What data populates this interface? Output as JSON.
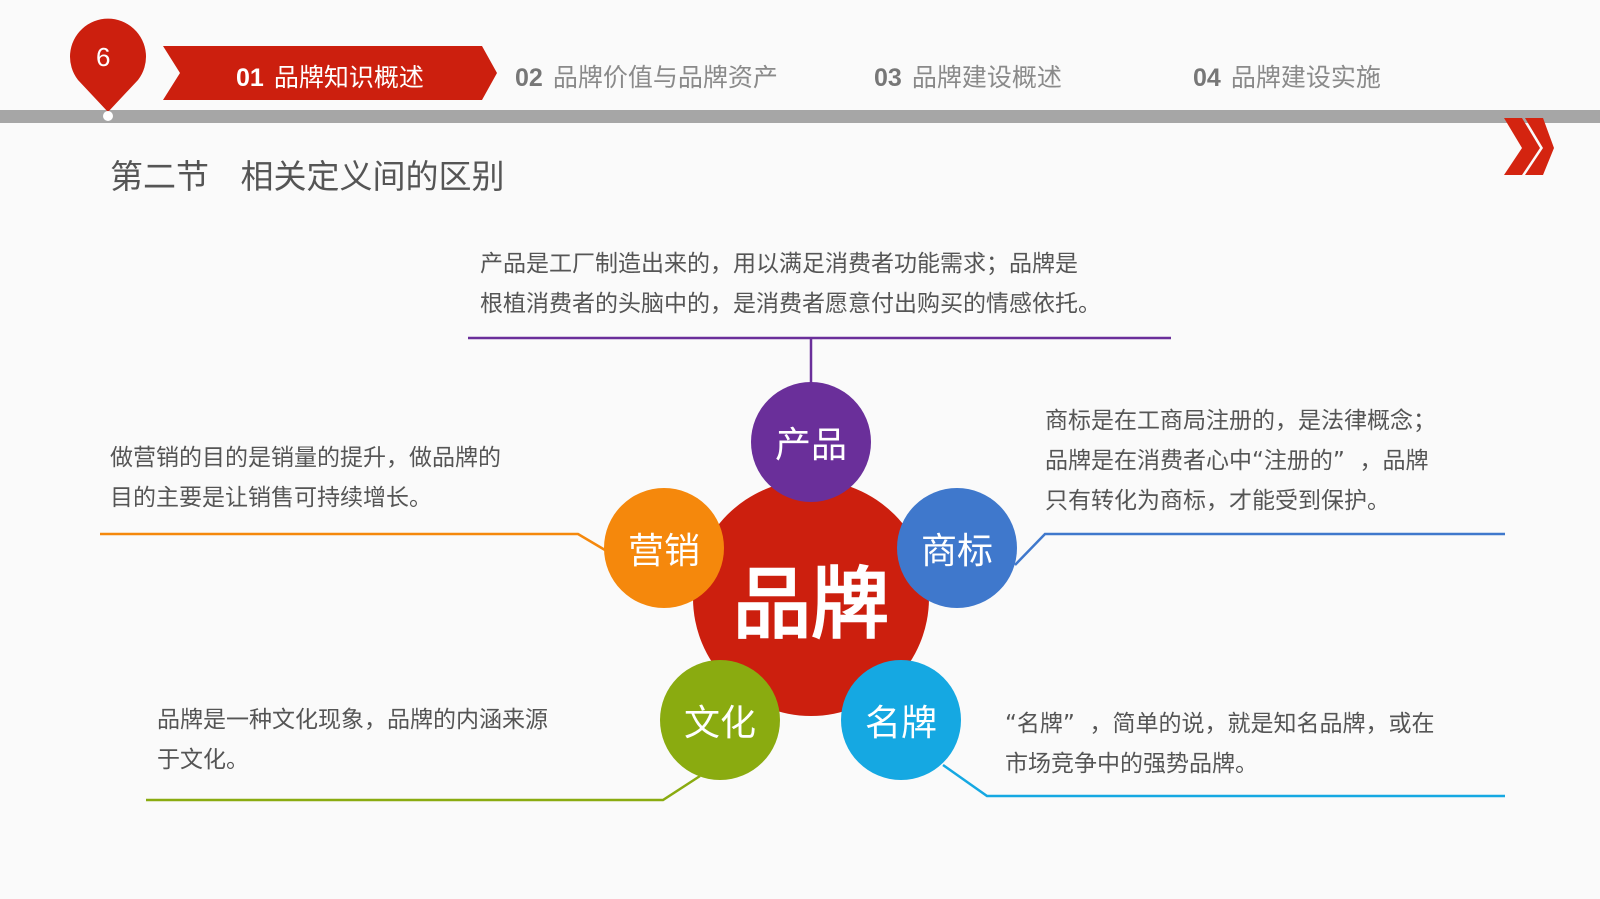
{
  "page_number": "6",
  "nav": [
    {
      "num": "01",
      "label": "品牌知识概述",
      "active": true
    },
    {
      "num": "02",
      "label": "品牌价值与品牌资产"
    },
    {
      "num": "03",
      "label": "品牌建设概述"
    },
    {
      "num": "04",
      "label": "品牌建设实施"
    }
  ],
  "section_title": "第二节   相关定义间的区别",
  "center": "品牌",
  "nodes": {
    "product": "产品",
    "marketing": "营销",
    "trademark": "商标",
    "culture": "文化",
    "famous": "名牌"
  },
  "descriptions": {
    "product": [
      "产品是工厂制造出来的，用以满足消费者功能需求；品牌是",
      "根植消费者的头脑中的，是消费者愿意付出购买的情感依托。"
    ],
    "marketing": [
      "做营销的目的是销量的提升，做品牌的",
      "目的主要是让销售可持续增长。"
    ],
    "trademark": [
      "商标是在工商局注册的，是法律概念；",
      "品牌是在消费者心中“注册的”  ，品牌",
      "只有转化为商标，才能受到保护。"
    ],
    "culture": [
      "品牌是一种文化现象，品牌的内涵来源",
      "于文化。"
    ],
    "famous": [
      "“名牌”  ，简单的说，就是知名品牌，或在",
      "市场竞争中的强势品牌。"
    ]
  },
  "colors": {
    "red": "#cc1f0e",
    "purple": "#6a2f9a",
    "orange": "#f5880c",
    "blue": "#3f78cc",
    "green": "#8aab10",
    "cyan": "#15a8e2",
    "grey": "#a6a6a6"
  }
}
